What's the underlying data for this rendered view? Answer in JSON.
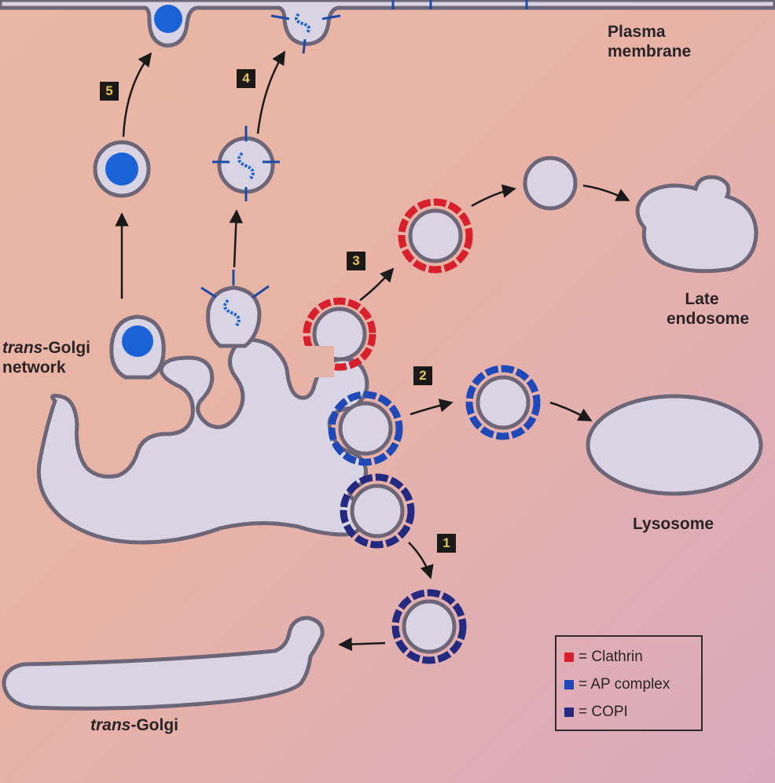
{
  "labels": {
    "plasma_membrane_line1": "Plasma",
    "plasma_membrane_line2": "membrane",
    "late_endosome_line1": "Late",
    "late_endosome_line2": "endosome",
    "lysosome": "Lysosome",
    "tgn_prefix": "trans",
    "tgn_suffix": "-Golgi",
    "tgn_line2": "network",
    "trans_golgi_prefix": "trans",
    "trans_golgi_suffix": "-Golgi"
  },
  "steps": [
    "1",
    "2",
    "3",
    "4",
    "5"
  ],
  "legend": {
    "items": [
      {
        "color": "#d8202c",
        "text": "= Clathrin"
      },
      {
        "color": "#1f49b8",
        "text": "= AP complex"
      },
      {
        "color": "#232a80",
        "text": "= COPI"
      }
    ]
  },
  "colors": {
    "clathrin": "#d8202c",
    "ap_complex": "#1f49b8",
    "copi": "#232a80",
    "membrane_fill": "#d9d4e4",
    "membrane_stroke": "#6d6678",
    "cargo": "#1a63d6"
  }
}
